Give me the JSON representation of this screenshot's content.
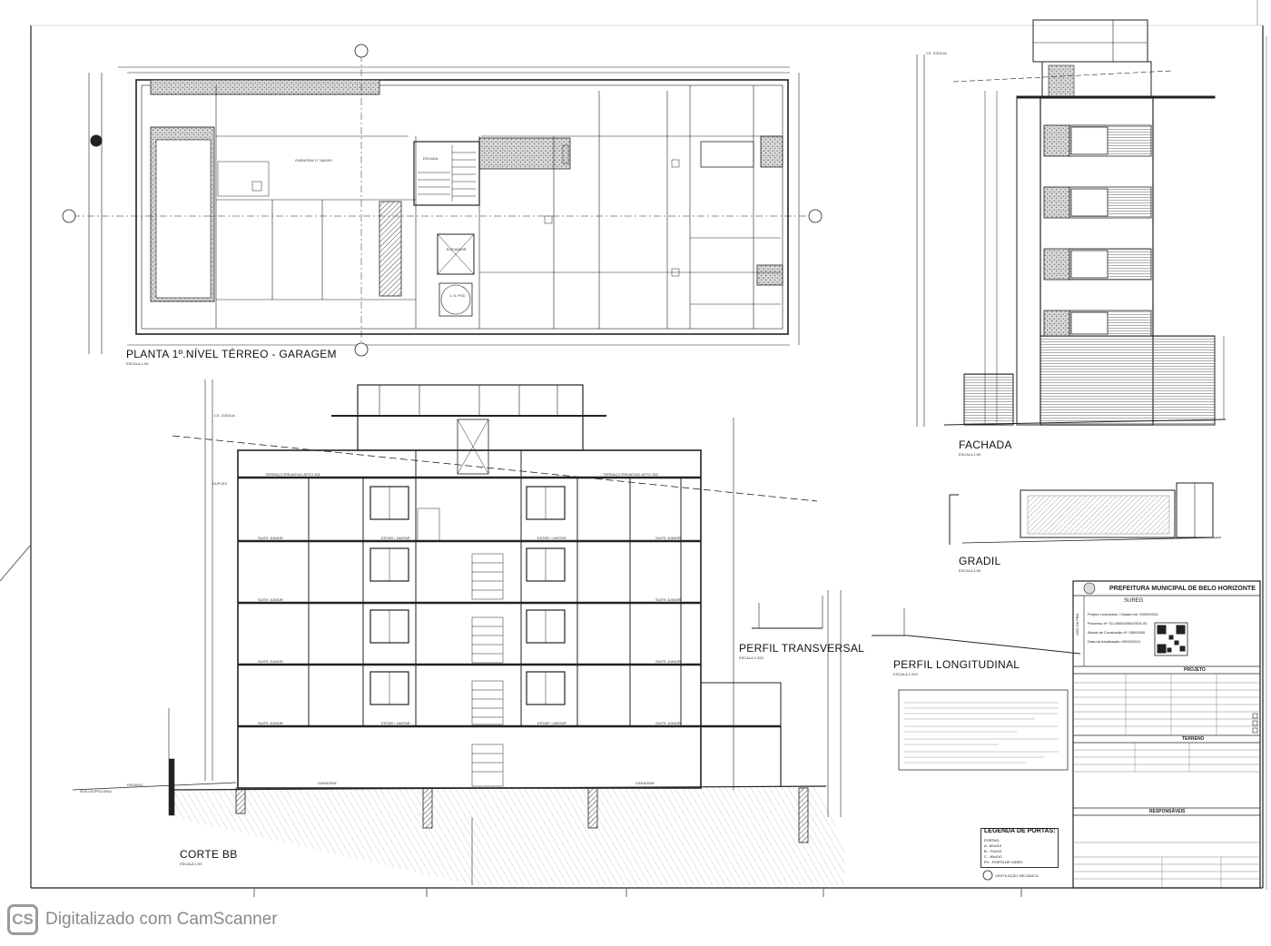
{
  "labels": {
    "planta": "PLANTA 1º.NÍVEL TÉRREO - GARAGEM",
    "planta_scale": "ESCALA 1:50",
    "fachada": "FACHADA",
    "fachada_scale": "ESCALA 1:50",
    "gradil": "GRADIL",
    "gradil_scale": "ESCALA 1:50",
    "perfil_transversal": "PERFIL TRANSVERSAL",
    "perfil_transversal_scale": "ESCALA 1:200",
    "perfil_longitudinal": "PERFIL LONGITUDINAL",
    "perfil_longitudinal_scale": "ESCALA 1:200",
    "corte": "CORTE BB",
    "corte_scale": "ESCALA 1:50",
    "garagem": "GARAGEM 17 VAGAS",
    "escada": "ESCADA",
    "elevador": "ELEVADOR",
    "passeio": "PASSEIO",
    "rua": "RUA LEOPOLDINA",
    "suite_junior": "SUITE JUNIOR",
    "estar_jantar": "ESTAR / JANTAR",
    "garagem_corte": "GARAGEM",
    "terraco": "TERRAÇO PRIVATIVO APTO 301",
    "terraco2": "TERRAÇO PRIVATIVO APTO 302",
    "cx_dagua": "CX. D'ÁGUA",
    "duplex": "DUPLEX",
    "lsd": "L.S. PVD",
    "ventilacao": "VENTILAÇÃO MECÂNICA"
  },
  "title_block": {
    "org": "PREFEITURA MUNICIPAL DE BELO HORIZONTE",
    "dept": "SUREG",
    "projeto": "PROJETO",
    "terreno": "TERRENO",
    "responsaveis": "RESPONSÁVEIS",
    "uso": "USO DA PBH",
    "processo": "Processo nº: 01-000000000/2024-00",
    "aprovado": "Projeto Licenciado / Visado em: 00/00/2024",
    "numero": "Alvará de Construção nº: 00000000",
    "data": "Data da Atualização: 00/00/2024"
  },
  "legend": {
    "title": "LEGENDA DE PORTAS:",
    "rows": [
      "PORTAS:",
      "A - 60x210",
      "B - 70x210",
      "C - 80x210",
      "PV - PORTA DE VIDRO"
    ]
  },
  "footer": {
    "logo": "CS",
    "text": "Digitalizado com CamScanner"
  }
}
